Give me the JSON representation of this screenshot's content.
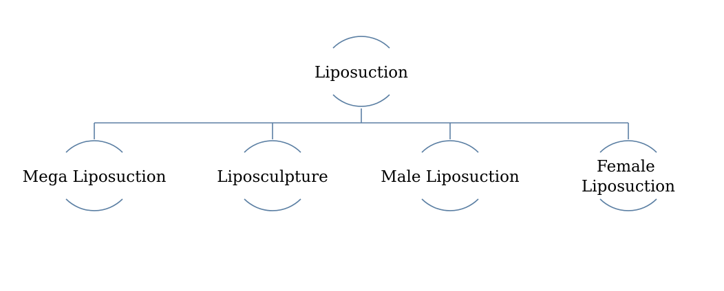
{
  "diagram": {
    "line_color": "#5b7fa3",
    "text_color": "#000000",
    "root": {
      "label": "Liposuction"
    },
    "children": [
      {
        "label_lines": [
          "Mega Liposuction"
        ]
      },
      {
        "label_lines": [
          "Liposculpture"
        ]
      },
      {
        "label_lines": [
          "Male Liposuction"
        ]
      },
      {
        "label_lines": [
          "Female",
          "Liposuction"
        ]
      }
    ]
  }
}
